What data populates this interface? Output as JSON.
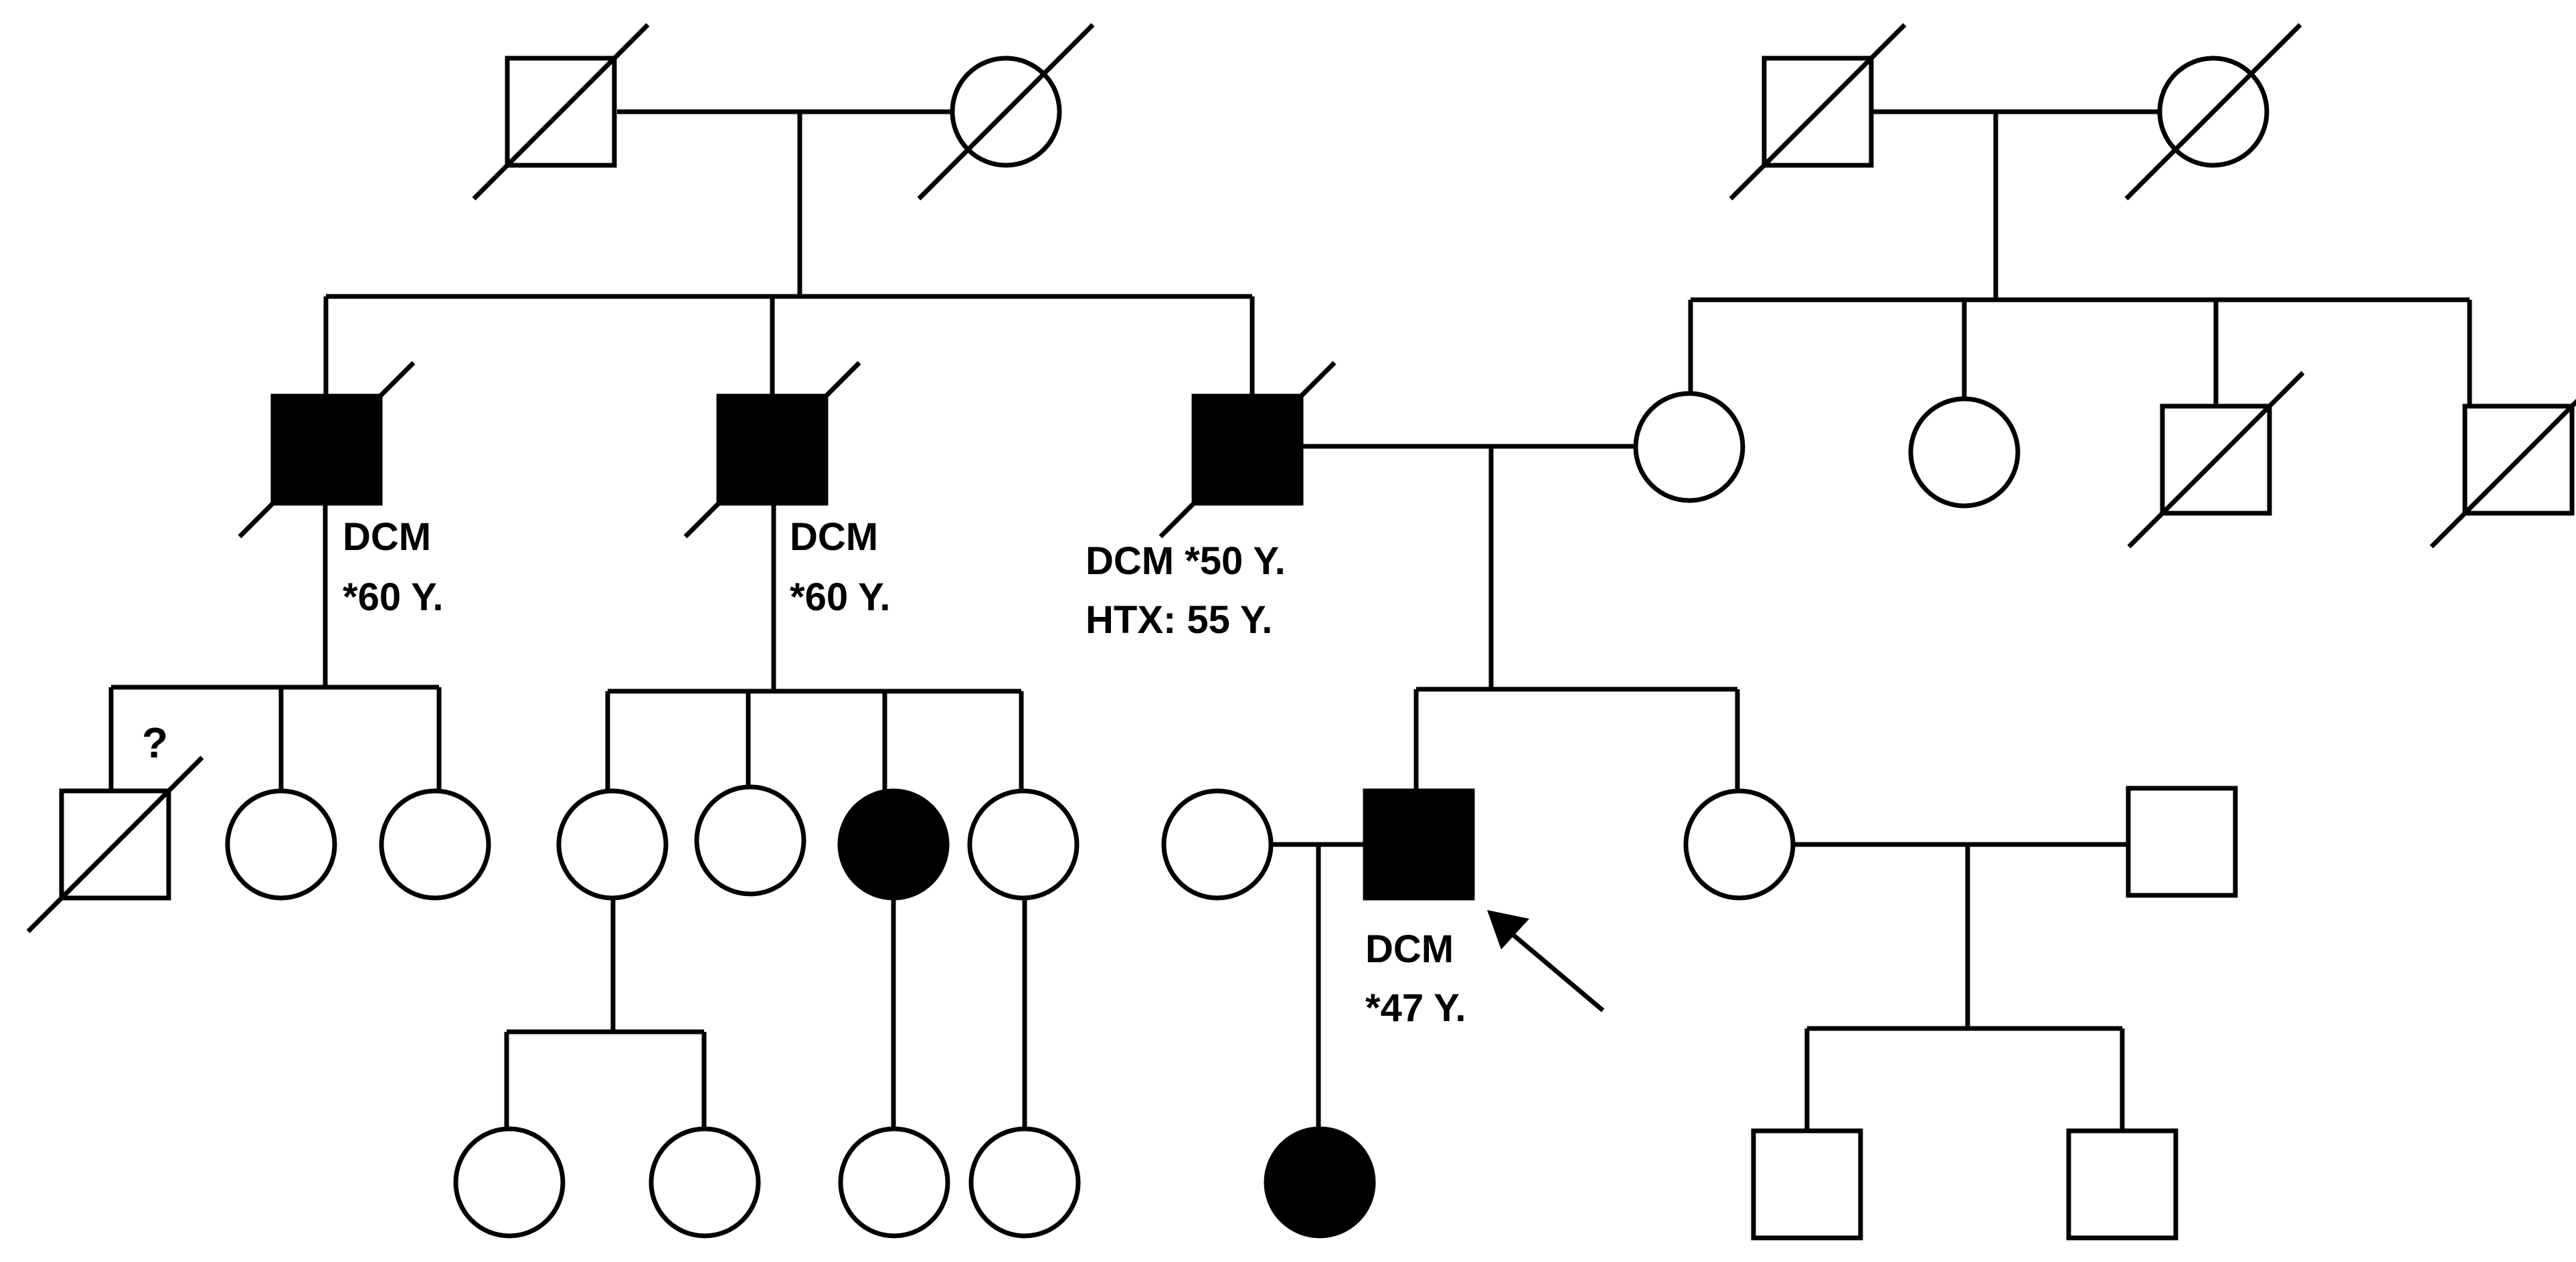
{
  "colors": {
    "line": "#000000",
    "affected": "#000000",
    "unaffected": "#ffffff"
  },
  "individuals": {
    "g1_pgf": {
      "sex": "male",
      "affected": false,
      "deceased": true
    },
    "g1_pgm": {
      "sex": "female",
      "affected": false,
      "deceased": true
    },
    "g1_mgf": {
      "sex": "male",
      "affected": false,
      "deceased": true
    },
    "g1_mgm": {
      "sex": "female",
      "affected": false,
      "deceased": true
    },
    "g2_uncle1": {
      "sex": "male",
      "affected": true,
      "deceased": true,
      "label": [
        "DCM",
        "*60 Y."
      ]
    },
    "g2_uncle2": {
      "sex": "male",
      "affected": true,
      "deceased": true,
      "label": [
        "DCM",
        "*60 Y."
      ]
    },
    "g2_father": {
      "sex": "male",
      "affected": true,
      "deceased": true,
      "label": [
        "DCM *50 Y.",
        "HTX: 55 Y."
      ]
    },
    "g2_mother": {
      "sex": "female",
      "affected": false,
      "deceased": false
    },
    "g2_aunt1": {
      "sex": "female",
      "affected": false,
      "deceased": false
    },
    "g2_uncle3": {
      "sex": "male",
      "affected": false,
      "deceased": true
    },
    "g2_uncle4": {
      "sex": "male",
      "affected": false,
      "deceased": true
    },
    "g3_cousin1": {
      "sex": "male",
      "affected": false,
      "deceased": true,
      "mark": "?"
    },
    "g3_cousin2": {
      "sex": "female",
      "affected": false,
      "deceased": false
    },
    "g3_cousin3": {
      "sex": "female",
      "affected": false,
      "deceased": false
    },
    "g3_cousin4": {
      "sex": "female",
      "affected": false,
      "deceased": false
    },
    "g3_cousin5": {
      "sex": "female",
      "affected": false,
      "deceased": false
    },
    "g3_cousin6": {
      "sex": "female",
      "affected": true,
      "deceased": false
    },
    "g3_cousin7": {
      "sex": "female",
      "affected": false,
      "deceased": false
    },
    "g3_wife": {
      "sex": "female",
      "affected": false,
      "deceased": false
    },
    "g3_proband": {
      "sex": "male",
      "affected": true,
      "deceased": false,
      "proband": true,
      "label": [
        "DCM",
        "*47 Y."
      ]
    },
    "g3_sister": {
      "sex": "female",
      "affected": false,
      "deceased": false
    },
    "g3_brotherinlaw": {
      "sex": "male",
      "affected": false,
      "deceased": false
    },
    "g4_c1": {
      "sex": "female",
      "affected": false,
      "deceased": false
    },
    "g4_c2": {
      "sex": "female",
      "affected": false,
      "deceased": false
    },
    "g4_c3": {
      "sex": "female",
      "affected": false,
      "deceased": false
    },
    "g4_c4": {
      "sex": "female",
      "affected": false,
      "deceased": false
    },
    "g4_daughter": {
      "sex": "female",
      "affected": true,
      "deceased": false
    },
    "g4_nephew1": {
      "sex": "male",
      "affected": false,
      "deceased": false
    },
    "g4_nephew2": {
      "sex": "male",
      "affected": false,
      "deceased": false
    }
  }
}
